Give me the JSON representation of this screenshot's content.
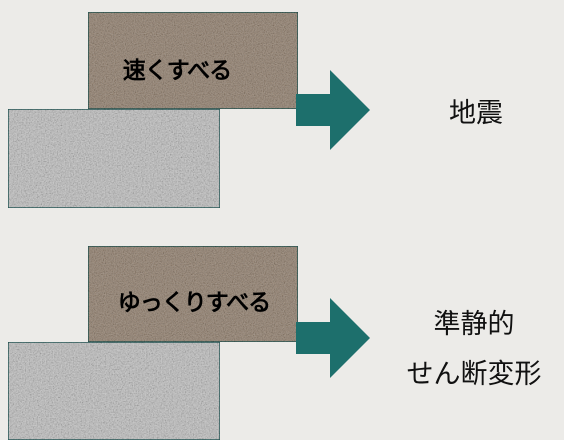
{
  "rows": [
    {
      "upper_block_label": "速くすべる",
      "result_lines": [
        "地震"
      ]
    },
    {
      "upper_block_label": "ゆっくりすべる",
      "result_lines": [
        "準静的",
        "せん断変形"
      ]
    }
  ],
  "colors": {
    "background": "#ecebe8",
    "upper_block": "#9a8e84",
    "lower_block": "#b7b7b7",
    "block_border": "#2b5e5d",
    "arrow": "#1d6f6c"
  }
}
